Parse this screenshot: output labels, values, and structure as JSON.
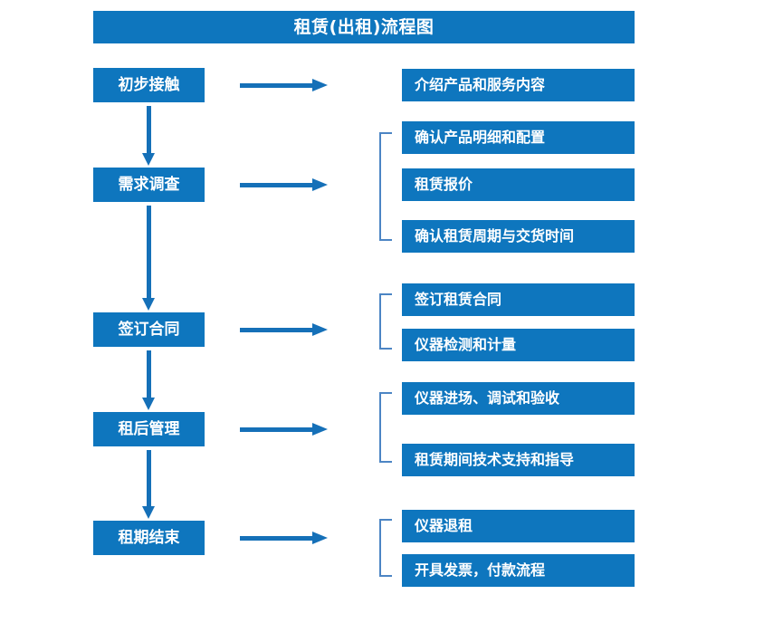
{
  "title": {
    "text": "租赁(出租)流程图"
  },
  "theme": {
    "box_fill": "#0E76BE",
    "box_text": "#FFFFFF",
    "arrow_color": "#1570B8",
    "bracket_color": "#4C85C4",
    "background": "#FFFFFF"
  },
  "stages": [
    {
      "id": "initial-contact",
      "label": "初步接触"
    },
    {
      "id": "needs-survey",
      "label": "需求调查"
    },
    {
      "id": "sign-contract",
      "label": "签订合同"
    },
    {
      "id": "after-rent",
      "label": "租后管理"
    },
    {
      "id": "rent-end",
      "label": "租期结束"
    }
  ],
  "details": [
    {
      "id": "d1",
      "label": "介绍产品和服务内容"
    },
    {
      "id": "d2",
      "label": "确认产品明细和配置"
    },
    {
      "id": "d3",
      "label": "租赁报价"
    },
    {
      "id": "d4",
      "label": "确认租赁周期与交货时间"
    },
    {
      "id": "d5",
      "label": "签订租赁合同"
    },
    {
      "id": "d6",
      "label": "仪器检测和计量"
    },
    {
      "id": "d7",
      "label": "仪器进场、调试和验收"
    },
    {
      "id": "d8",
      "label": "租赁期间技术支持和指导"
    },
    {
      "id": "d9",
      "label": "仪器退租"
    },
    {
      "id": "d10",
      "label": "开具发票，付款流程"
    }
  ],
  "flow": {
    "stage_to_details": [
      {
        "stage": "初步接触",
        "details": [
          "介绍产品和服务内容"
        ]
      },
      {
        "stage": "需求调查",
        "details": [
          "确认产品明细和配置",
          "租赁报价",
          "确认租赁周期与交货时间"
        ]
      },
      {
        "stage": "签订合同",
        "details": [
          "签订租赁合同",
          "仪器检测和计量"
        ]
      },
      {
        "stage": "租后管理",
        "details": [
          "仪器进场、调试和验收",
          "租赁期间技术支持和指导"
        ]
      },
      {
        "stage": "租期结束",
        "details": [
          "仪器退租",
          "开具发票，付款流程"
        ]
      }
    ],
    "stage_sequence": [
      "初步接触",
      "需求调查",
      "签订合同",
      "租后管理",
      "租期结束"
    ]
  }
}
